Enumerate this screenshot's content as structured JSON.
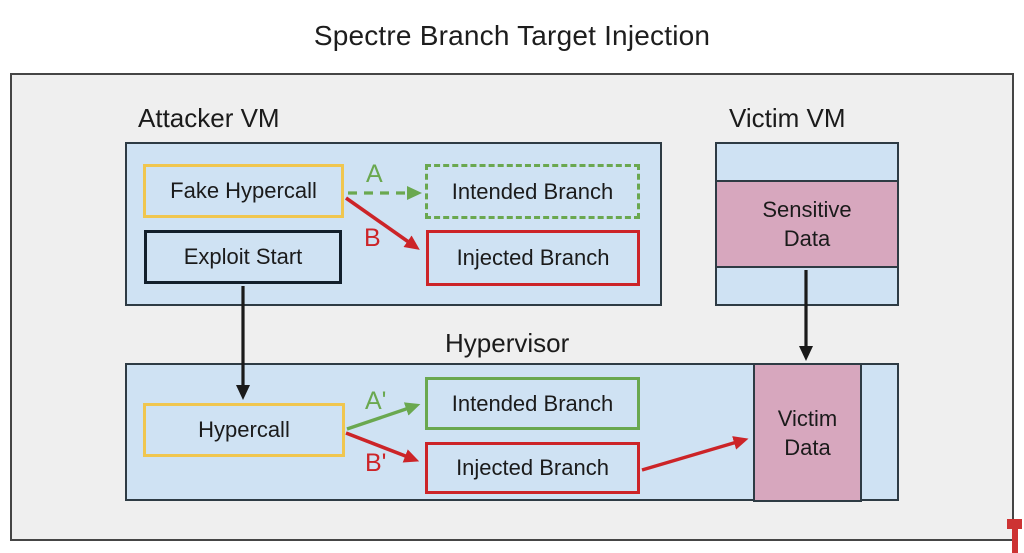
{
  "title": "Spectre Branch Target Injection",
  "attacker_vm": {
    "label": "Attacker VM",
    "fake_hypercall": "Fake Hypercall",
    "exploit_start": "Exploit Start",
    "intended_branch": "Intended Branch",
    "injected_branch": "Injected Branch",
    "arrow_a_label": "A",
    "arrow_b_label": "B"
  },
  "victim_vm": {
    "label": "Victim VM",
    "sensitive_data": "Sensitive Data"
  },
  "hypervisor": {
    "label": "Hypervisor",
    "hypercall": "Hypercall",
    "intended_branch": "Intended Branch",
    "injected_branch": "Injected Branch",
    "arrow_a_label": "A'",
    "arrow_b_label": "B'",
    "victim_data": "Victim Data"
  },
  "colors": {
    "vm_fill": "#cfe2f3",
    "data_fill": "#d7a7be",
    "frame_fill": "#efefef",
    "yellow_border": "#f0c64f",
    "green": "#6aa84f",
    "red": "#cc2428",
    "black": "#1a1a1a"
  }
}
